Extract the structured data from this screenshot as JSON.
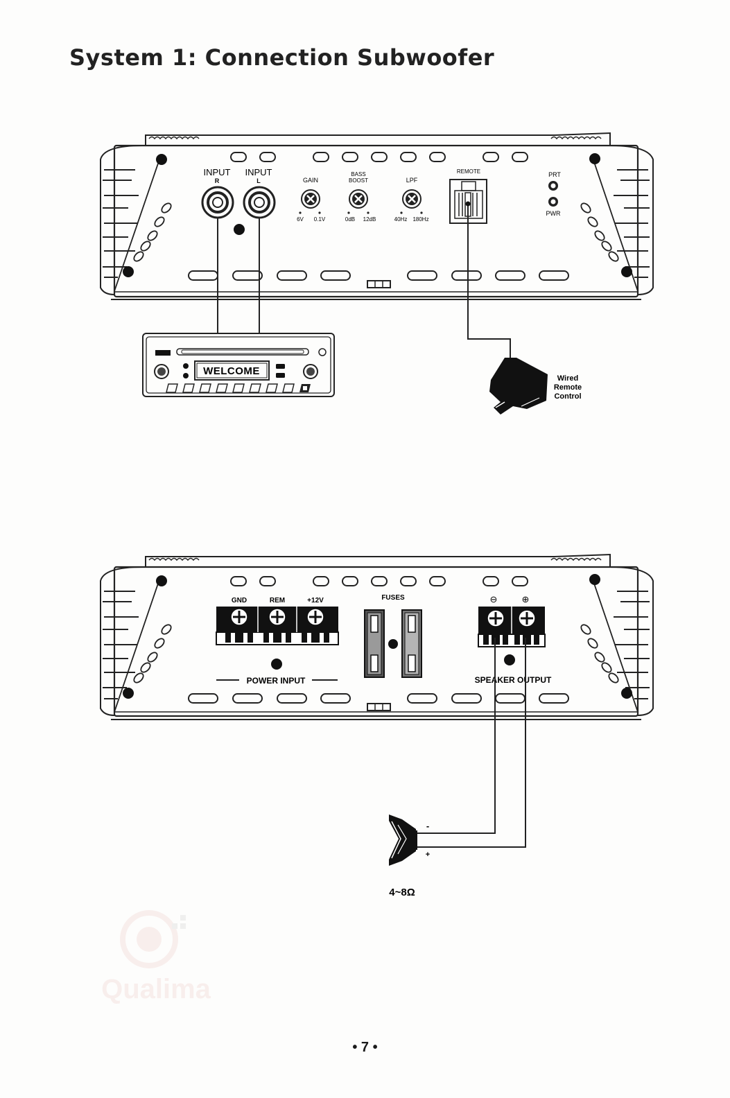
{
  "title": "System 1: Connection Subwoofer",
  "page_number": "• 7 •",
  "watermark": "Qualima",
  "amp_top": {
    "input_r_label": "INPUT",
    "input_r_sub": "R",
    "input_l_label": "INPUT",
    "input_l_sub": "L",
    "gain": {
      "label": "GAIN",
      "min": "6V",
      "max": "0.1V"
    },
    "bass_boost": {
      "label1": "BASS",
      "label2": "BOOST",
      "min": "0dB",
      "max": "12dB"
    },
    "lpf": {
      "label": "LPF",
      "min": "40Hz",
      "max": "180Hz"
    },
    "remote_label": "REMOTE",
    "prt_label": "PRT",
    "pwr_label": "PWR"
  },
  "head_unit": {
    "display_text": "WELCOME"
  },
  "wired_remote": {
    "line1": "Wired",
    "line2": "Remote",
    "line3": "Control"
  },
  "amp_bottom": {
    "gnd_label": "GND",
    "rem_label": "REM",
    "v12_label": "+12V",
    "fuses_label": "FUSES",
    "power_input_label": "POWER INPUT",
    "minus_symbol": "⊖",
    "plus_symbol": "⊕",
    "speaker_output_label": "SPEAKER OUTPUT"
  },
  "speaker": {
    "minus": "-",
    "plus": "+",
    "impedance": "4~8Ω"
  }
}
